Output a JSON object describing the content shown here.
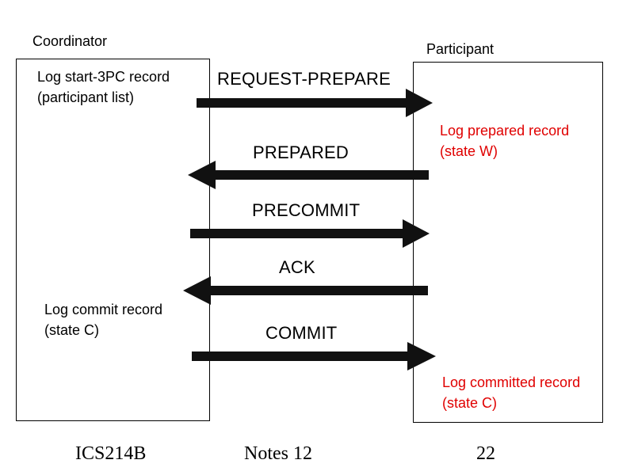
{
  "coordinator": {
    "title": "Coordinator",
    "note_start_line1": "Log start-3PC record",
    "note_start_line2": "(participant list)",
    "note_commit_line1": "Log commit record",
    "note_commit_line2": "(state C)"
  },
  "participant": {
    "title": "Participant",
    "note_prepared_line1": "Log prepared record",
    "note_prepared_line2": "(state W)",
    "note_committed_line1": "Log committed record",
    "note_committed_line2": "(state C)"
  },
  "messages": {
    "request_prepare": "REQUEST-PREPARE",
    "prepared": "PREPARED",
    "precommit": "PRECOMMIT",
    "ack": "ACK",
    "commit": "COMMIT"
  },
  "colors": {
    "note_red": "#e00000",
    "arrow": "#111111"
  },
  "footer": {
    "course": "ICS214B",
    "notes": "Notes 12",
    "page": "22"
  }
}
